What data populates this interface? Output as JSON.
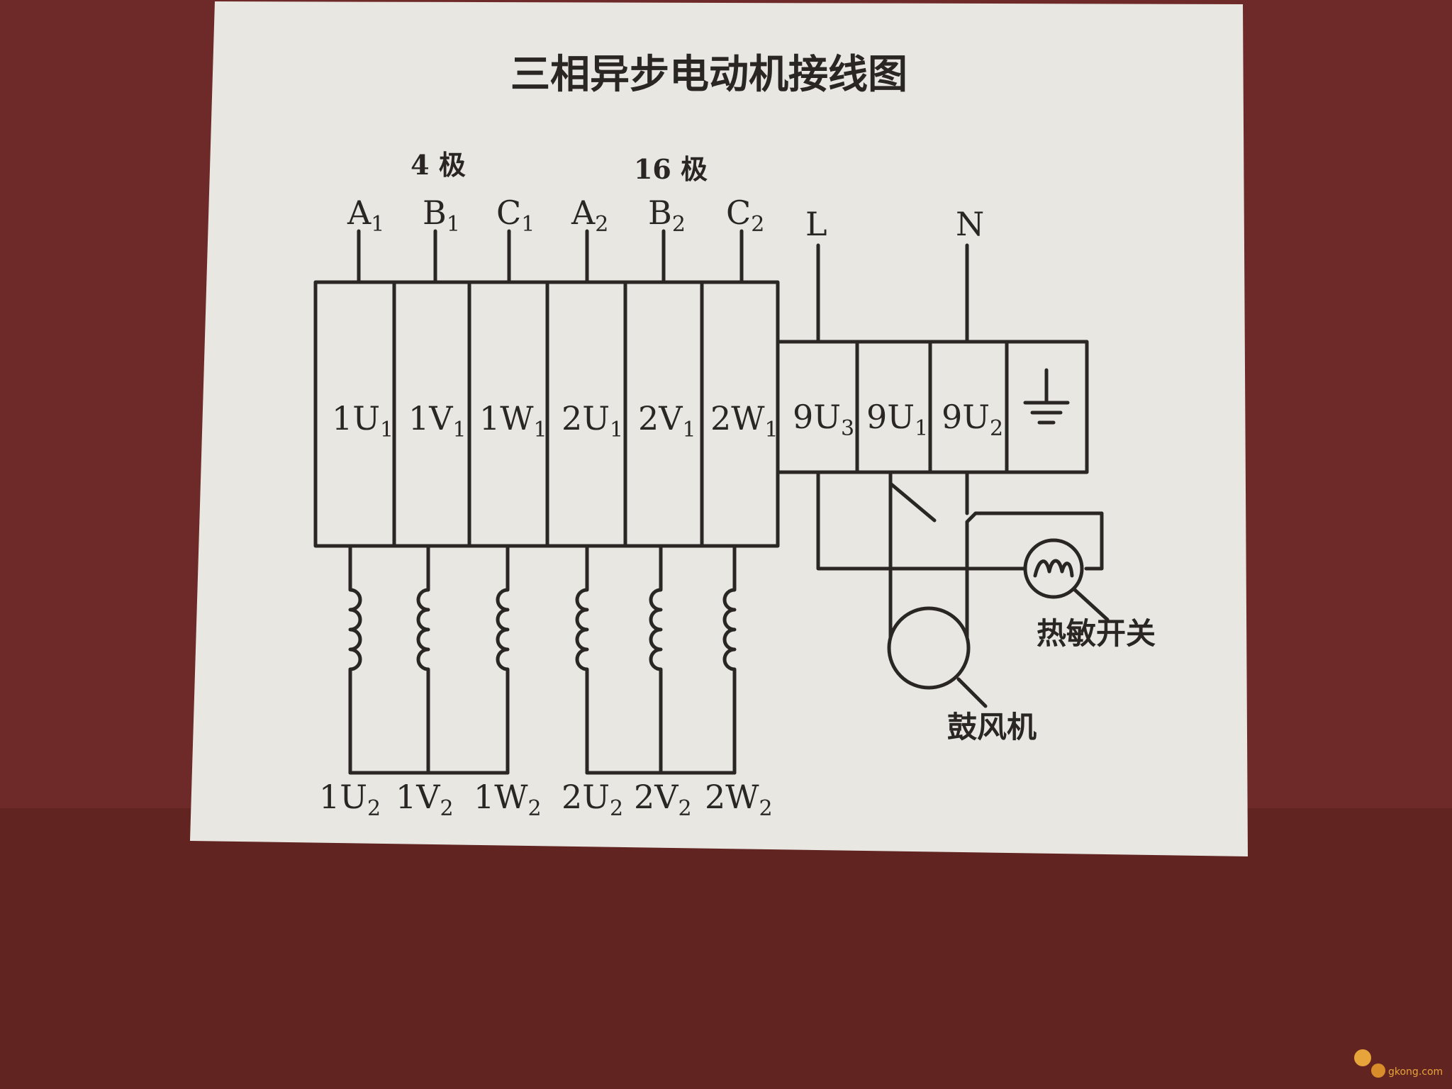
{
  "title": "三相异步电动机接线图",
  "pole_groups": [
    {
      "label": "4 极"
    },
    {
      "label": "16 极"
    }
  ],
  "top_leads": [
    {
      "main": "A",
      "sub": "1"
    },
    {
      "main": "B",
      "sub": "1"
    },
    {
      "main": "C",
      "sub": "1"
    },
    {
      "main": "A",
      "sub": "2"
    },
    {
      "main": "B",
      "sub": "2"
    },
    {
      "main": "C",
      "sub": "2"
    }
  ],
  "supply_leads": [
    {
      "main": "L",
      "sub": ""
    },
    {
      "main": "N",
      "sub": ""
    }
  ],
  "motor_terminals": [
    {
      "main": "1U",
      "sub": "1"
    },
    {
      "main": "1V",
      "sub": "1"
    },
    {
      "main": "1W",
      "sub": "1"
    },
    {
      "main": "2U",
      "sub": "1"
    },
    {
      "main": "2V",
      "sub": "1"
    },
    {
      "main": "2W",
      "sub": "1"
    }
  ],
  "aux_terminals": [
    {
      "main": "9U",
      "sub": "3"
    },
    {
      "main": "9U",
      "sub": "1"
    },
    {
      "main": "9U",
      "sub": "2"
    }
  ],
  "bottom_terminals": [
    {
      "main": "1U",
      "sub": "2"
    },
    {
      "main": "1V",
      "sub": "2"
    },
    {
      "main": "1W",
      "sub": "2"
    },
    {
      "main": "2U",
      "sub": "2"
    },
    {
      "main": "2V",
      "sub": "2"
    },
    {
      "main": "2W",
      "sub": "2"
    }
  ],
  "ground_symbol": "ground-icon",
  "components": {
    "thermal_switch": "热敏开关",
    "blower": "鼓风机"
  },
  "watermark": "gkong.com",
  "colors": {
    "background": "#6e2a28",
    "paper": "#e9e7e2",
    "ink": "#2a2624",
    "watermark": "#e6a43b"
  }
}
